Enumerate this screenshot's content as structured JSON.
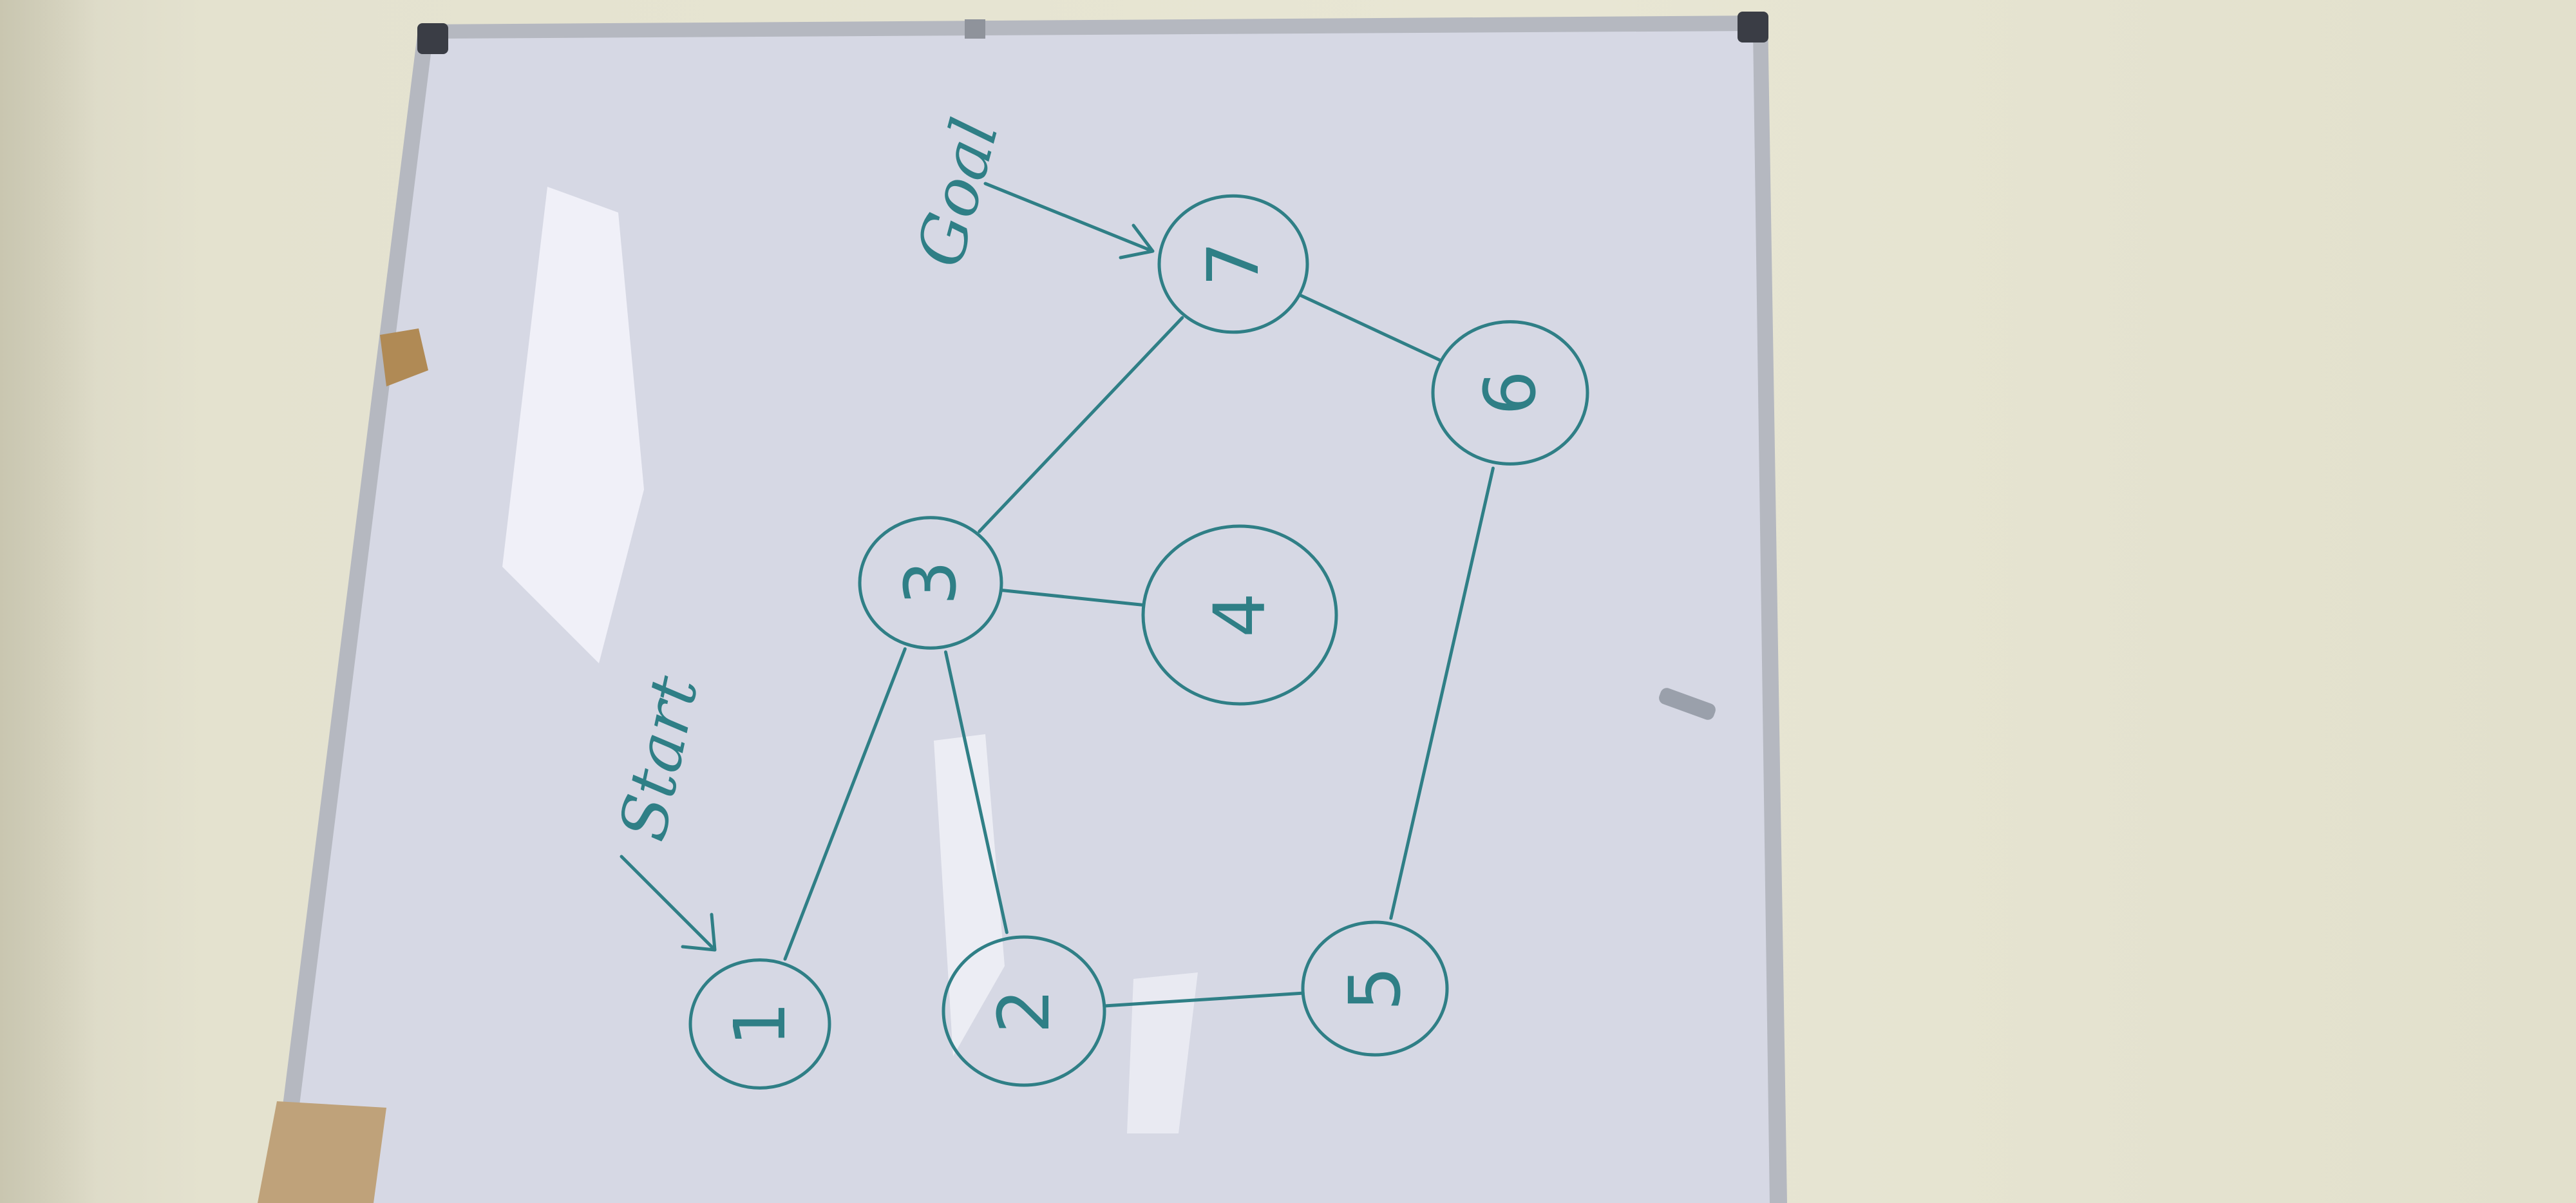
{
  "scene": {
    "description_tags": [
      "whiteboard",
      "hand-drawn-graph"
    ],
    "colors": {
      "wall": "#e6e4d1",
      "board": "#d4d6e2",
      "frame": "#a8abb3",
      "ink": "#2f7f86"
    }
  },
  "labels": {
    "start": "Start",
    "goal": "Goal"
  },
  "graph": {
    "nodes": [
      {
        "id": "1",
        "label": "1"
      },
      {
        "id": "2",
        "label": "2"
      },
      {
        "id": "3",
        "label": "3"
      },
      {
        "id": "4",
        "label": "4"
      },
      {
        "id": "5",
        "label": "5"
      },
      {
        "id": "6",
        "label": "6"
      },
      {
        "id": "7",
        "label": "7"
      }
    ],
    "edges": [
      {
        "from": "1",
        "to": "3"
      },
      {
        "from": "2",
        "to": "3"
      },
      {
        "from": "3",
        "to": "4"
      },
      {
        "from": "3",
        "to": "7"
      },
      {
        "from": "2",
        "to": "5"
      },
      {
        "from": "5",
        "to": "6"
      },
      {
        "from": "6",
        "to": "7"
      }
    ],
    "start_node": "1",
    "goal_node": "7"
  }
}
